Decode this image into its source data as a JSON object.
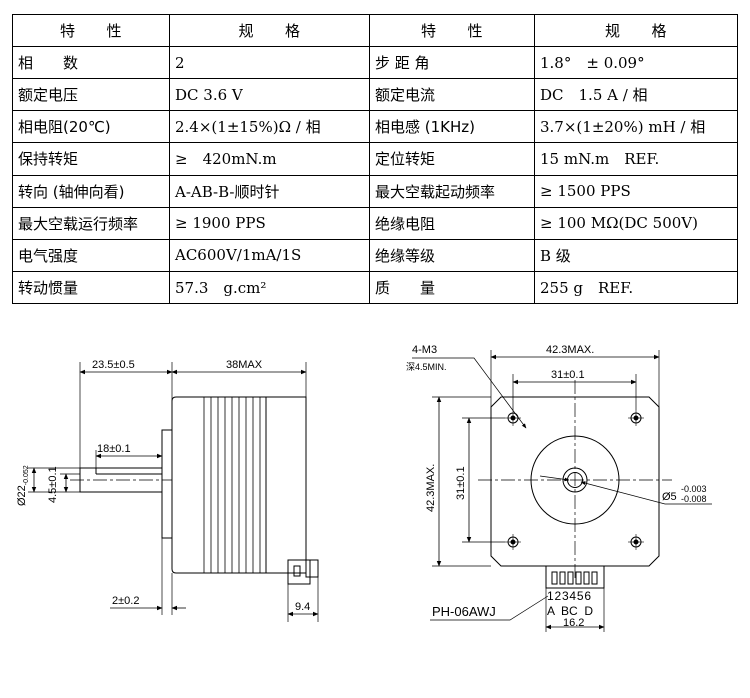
{
  "spec_table": {
    "header": [
      "特　　性",
      "规　　格",
      "特　　性",
      "规　　格"
    ],
    "rows": [
      [
        "相　　数",
        "2",
        "步 距 角",
        "1.8°　± 0.09°"
      ],
      [
        "额定电压",
        "DC 3.6 V",
        "额定电流",
        "DC　1.5 A / 相"
      ],
      [
        "相电阻(20℃)",
        "2.4×(1±15%)Ω / 相",
        "相电感 (1KHz)",
        "3.7×(1±20%) mH / 相"
      ],
      [
        "保持转矩",
        "≥　420mN.m",
        "定位转矩",
        "15 mN.m　REF."
      ],
      [
        "转向 (轴伸向看)",
        "A-AB-B-顺时针",
        "最大空载起动频率",
        "≥ 1500 PPS"
      ],
      [
        "最大空载运行频率",
        "≥ 1900 PPS",
        "绝缘电阻",
        "≥ 100 MΩ(DC 500V)"
      ],
      [
        "电气强度",
        "AC600V/1mA/1S",
        "绝缘等级",
        "B 级"
      ],
      [
        "转动惯量",
        "57.3　g.cm²",
        "质　　量",
        "255 g　REF."
      ]
    ]
  },
  "side_view": {
    "dim_length": "38MAX",
    "dim_shaft_length": "23.5±0.5",
    "dim_flat_length": "18±0.1",
    "dim_shaft_diameter": "Ø22",
    "dim_shaft_diameter_tol": "-0.052",
    "dim_flat_height": "4.5±0.1",
    "dim_boss_height": "2±0.2",
    "dim_connector": "9.4"
  },
  "front_view": {
    "screw_label": "4-M3",
    "screw_depth": "深4.5MIN.",
    "dim_width": "42.3MAX.",
    "dim_height": "42.3MAX.",
    "dim_hole_pitch_h": "31±0.1",
    "dim_hole_pitch_v": "31±0.1",
    "shaft_diameter": "Ø5",
    "shaft_tol_upper": "-0.003",
    "shaft_tol_lower": "-0.008",
    "connector_model": "PH-06AWJ",
    "pin_numbers": "123456",
    "pin_letters": "A  BC  D",
    "connector_width": "16.2"
  }
}
